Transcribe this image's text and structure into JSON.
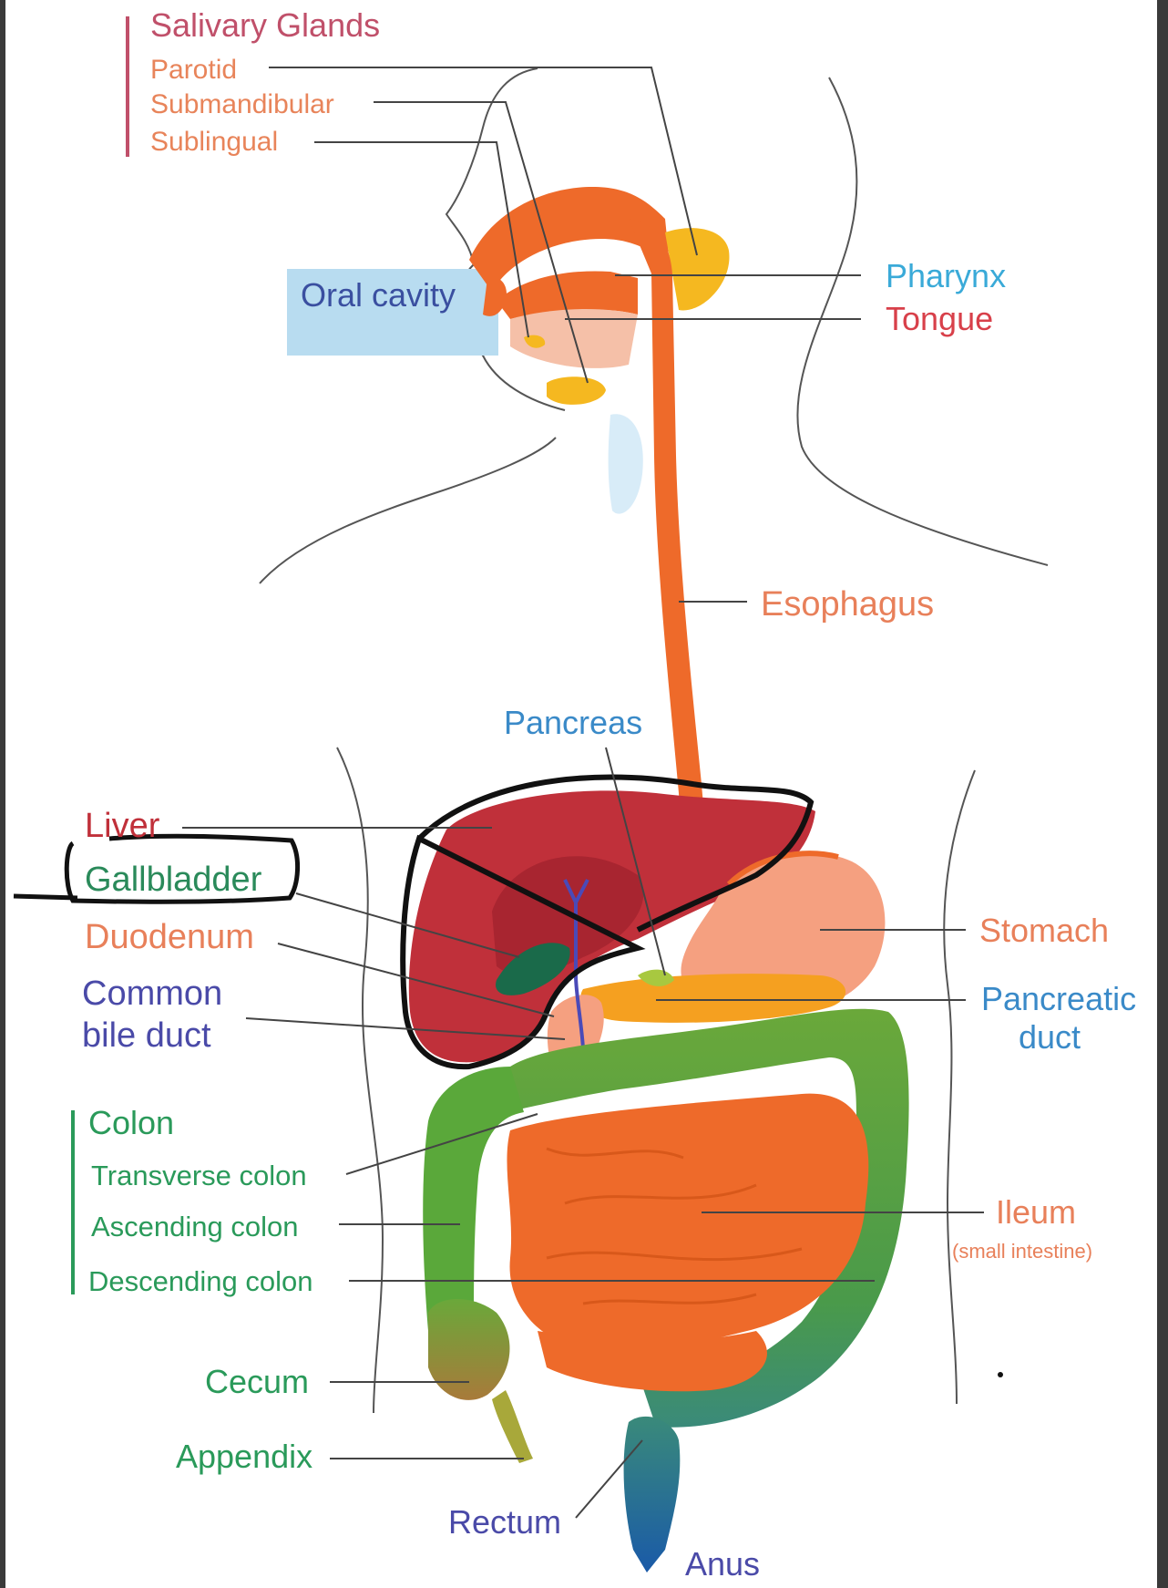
{
  "colors": {
    "salivary": "#c0506a",
    "salivary_sub": "#e8845a",
    "oral": "#3a4fa0",
    "pharynx": "#3aaad8",
    "tongue": "#d8404a",
    "esophagus": "#e8805a",
    "pancreas": "#3a8ac8",
    "liver": "#c0303a",
    "gallbladder": "#2a8a5a",
    "duodenum": "#e8805a",
    "bile": "#4a4aa8",
    "colon": "#2a9a5a",
    "ileum": "#e8805a",
    "rectum": "#4a4aa8"
  },
  "labels": {
    "salivary_glands": "Salivary Glands",
    "parotid": "Parotid",
    "submandibular": "Submandibular",
    "sublingual": "Sublingual",
    "oral_cavity": "Oral cavity",
    "pharynx": "Pharynx",
    "tongue": "Tongue",
    "esophagus": "Esophagus",
    "pancreas": "Pancreas",
    "liver": "Liver",
    "gallbladder": "Gallbladder",
    "duodenum": "Duodenum",
    "common_bile_duct_1": "Common",
    "common_bile_duct_2": "bile duct",
    "stomach": "Stomach",
    "pancreatic_duct_1": "Pancreatic",
    "pancreatic_duct_2": "duct",
    "colon": "Colon",
    "transverse_colon": "Transverse colon",
    "ascending_colon": "Ascending colon",
    "descending_colon": "Descending colon",
    "ileum": "Ileum",
    "small_intestine": "(small intestine)",
    "cecum": "Cecum",
    "appendix": "Appendix",
    "rectum": "Rectum",
    "anus": "Anus"
  }
}
